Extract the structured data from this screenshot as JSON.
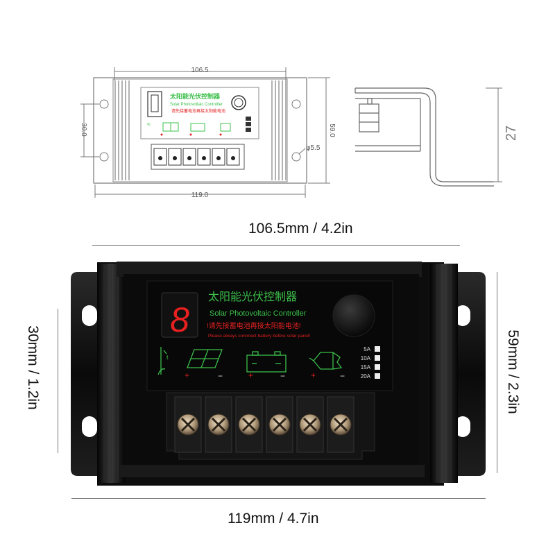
{
  "drawing": {
    "top_width": "106.5",
    "bottom_width": "119.0",
    "hole_pitch": "30.0",
    "height": "59.0",
    "hole_dia": "φ5.5",
    "side_height": "27"
  },
  "photo": {
    "dim_top": "106.5mm / 4.2in",
    "dim_bottom": "119mm / 4.7in",
    "dim_left": "30mm / 1.2in",
    "dim_right": "59mm / 2.3in"
  },
  "panel": {
    "title_cn": "太阳能光伏控制器",
    "title_en": "Solar Photovoltaic Controller",
    "warning_cn": "!请先接蓄电池再接太阳能电池!",
    "warning_en": "Please always connnect battery before solar panel!",
    "digit": "8",
    "ratings": [
      "5A",
      "10A",
      "15A",
      "20A"
    ],
    "plus": "+",
    "minus": "−"
  },
  "colors": {
    "housing": "#0c0c0c",
    "panel_green": "#3bbf4a",
    "warning_red": "#e02020",
    "digit_red": "#e82020",
    "line": "#555555"
  }
}
